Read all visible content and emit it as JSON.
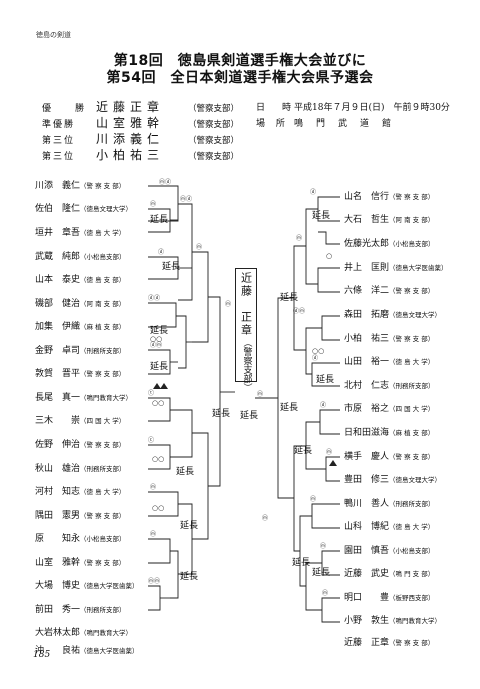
{
  "header": {
    "section": "徳島の剣道"
  },
  "title": {
    "line1": "第18回　徳島県剣道選手権大会並びに",
    "line2": "第54回　全日本剣道選手権大会県予選会"
  },
  "results": [
    {
      "rank": "優　　勝",
      "name": "近藤正章",
      "team": "（警察支部）"
    },
    {
      "rank": "準優勝",
      "name": "山室雅幹",
      "team": "（警察支部）"
    },
    {
      "rank": "第三位",
      "name": "川添義仁",
      "team": "（警察支部）"
    },
    {
      "rank": "第三位",
      "name": "小柏祐三",
      "team": "（警察支部）"
    }
  ],
  "event_info": {
    "date_label": "日　時",
    "date_value": "平成18年７月９日(日)　午前９時30分",
    "venue_label": "場 所",
    "venue_value": "鳴門武道館"
  },
  "left_players": [
    {
      "name": "川添　義仁",
      "team": "（警 察 支 部）"
    },
    {
      "name": "佐伯　隆仁",
      "team": "（徳島文理大学）"
    },
    {
      "name": "垣井　章吾",
      "team": "（徳 島 大 学）"
    },
    {
      "name": "武蔵　純郎",
      "team": "（小松島支部）"
    },
    {
      "name": "山本　泰史",
      "team": "（徳 島 支 部）"
    },
    {
      "name": "磯部　健治",
      "team": "（阿 南 支 部）"
    },
    {
      "name": "加集　伊織",
      "team": "（麻 植 支 部）"
    },
    {
      "name": "金野　卓司",
      "team": "（刑務所支部）"
    },
    {
      "name": "敦賀　晋平",
      "team": "（警 察 支 部）"
    },
    {
      "name": "長尾　真一",
      "team": "（鳴門教育大学）"
    },
    {
      "name": "三木　　崇",
      "team": "（四 国 大 学）"
    },
    {
      "name": "佐野　伸治",
      "team": "（警 察 支 部）"
    },
    {
      "name": "秋山　雄治",
      "team": "（刑務所支部）"
    },
    {
      "name": "河村　知志",
      "team": "（徳 島 大 学）"
    },
    {
      "name": "隅田　憲男",
      "team": "（警 察 支 部）"
    },
    {
      "name": "原　　知永",
      "team": "（小松島支部）"
    },
    {
      "name": "山室　雅幹",
      "team": "（警 察 支 部）"
    },
    {
      "name": "大場　博史",
      "team": "（徳島大学医歯薬）"
    },
    {
      "name": "前田　秀一",
      "team": "（刑務所支部）"
    },
    {
      "name": "大岩林太郎",
      "team": "（鳴門教育大学）"
    },
    {
      "name": "沖　　良祐",
      "team": "（徳島大学医歯薬）"
    }
  ],
  "right_players": [
    {
      "name": "山名　信行",
      "team": "（警 察 支 部）"
    },
    {
      "name": "大石　哲生",
      "team": "（阿 南 支 部）"
    },
    {
      "name": "佐藤光太郎",
      "team": "（小松島支部）"
    },
    {
      "name": "井上　匡則",
      "team": "（徳島大学医歯薬）"
    },
    {
      "name": "六條　洋二",
      "team": "（警 察 支 部）"
    },
    {
      "name": "森田　拓磨",
      "team": "（徳島文理大学）"
    },
    {
      "name": "小柏　祐三",
      "team": "（警 察 支 部）"
    },
    {
      "name": "山田　裕一",
      "team": "（徳 島 大 学）"
    },
    {
      "name": "北村　仁志",
      "team": "（刑務所支部）"
    },
    {
      "name": "市原　裕之",
      "team": "（四 国 大 学）"
    },
    {
      "name": "日和田滋海",
      "team": "（麻 植 支 部）"
    },
    {
      "name": "横手　慶人",
      "team": "（警 察 支 部）"
    },
    {
      "name": "豊田　修三",
      "team": "（徳島文理大学）"
    },
    {
      "name": "鴨川　善人",
      "team": "（刑務所支部）"
    },
    {
      "name": "山科　博紀",
      "team": "（徳 島 大 学）"
    },
    {
      "name": "園田　慎吾",
      "team": "（小松島支部）"
    },
    {
      "name": "近藤　武史",
      "team": "（鳴 門 支 部）"
    },
    {
      "name": "明口　　豊",
      "team": "（板野西支部）"
    },
    {
      "name": "小野　敦生",
      "team": "（鳴門教育大学）"
    },
    {
      "name": "近藤　正章",
      "team": "（警 察 支 部）"
    }
  ],
  "champion": {
    "name": "近藤　正章",
    "team": "（警察支部）"
  },
  "extension_label": "延長",
  "page_number": "185"
}
